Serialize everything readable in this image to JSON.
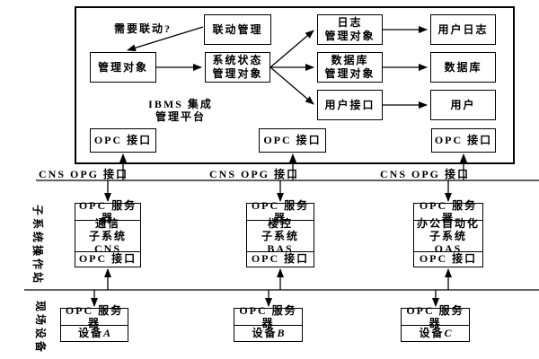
{
  "colors": {
    "ink": "#000000",
    "background": "#ffffff"
  },
  "platform": {
    "title_line1": "IBMS 集成",
    "title_line2": "管理平台",
    "question": "需要联动?",
    "linkage": "联动管理",
    "mgmt_object": "管理对象",
    "sys_status": "系统状态\n管理对象",
    "log_mgmt": "日志\n管理对象",
    "user_log": "用户日志",
    "db_mgmt": "数据库\n管理对象",
    "database": "数据库",
    "user_interface": "用户接口",
    "user": "用户",
    "opc_interface_left": "OPC 接口",
    "opc_interface_mid": "OPC 接口",
    "opc_interface_right": "OPC 接口"
  },
  "bus": {
    "label_left": "CNS OPG 接口",
    "label_mid": "CNS OPG 接口",
    "label_right": "CNS OPG 接口"
  },
  "layers": {
    "subsystem_label": "子系统操作站",
    "field_label": "现场设备"
  },
  "subsystems": [
    {
      "server": "OPC 服务器",
      "name": "通信\n子系统 CNS",
      "interface": "OPC 接口"
    },
    {
      "server": "OPC 服务器",
      "name": "楼控\n子系统 BAS",
      "interface": "OPC 接口"
    },
    {
      "server": "OPC 服务器",
      "name": "办公自动化\n子系统 OAS",
      "interface": "OPC 接口"
    }
  ],
  "devices": [
    {
      "server": "OPC 服务器",
      "prefix": "设备 ",
      "id": "A"
    },
    {
      "server": "OPC 服务器",
      "prefix": "设备 ",
      "id": "B"
    },
    {
      "server": "OPC 服务器",
      "prefix": "设备 ",
      "id": "C"
    }
  ]
}
